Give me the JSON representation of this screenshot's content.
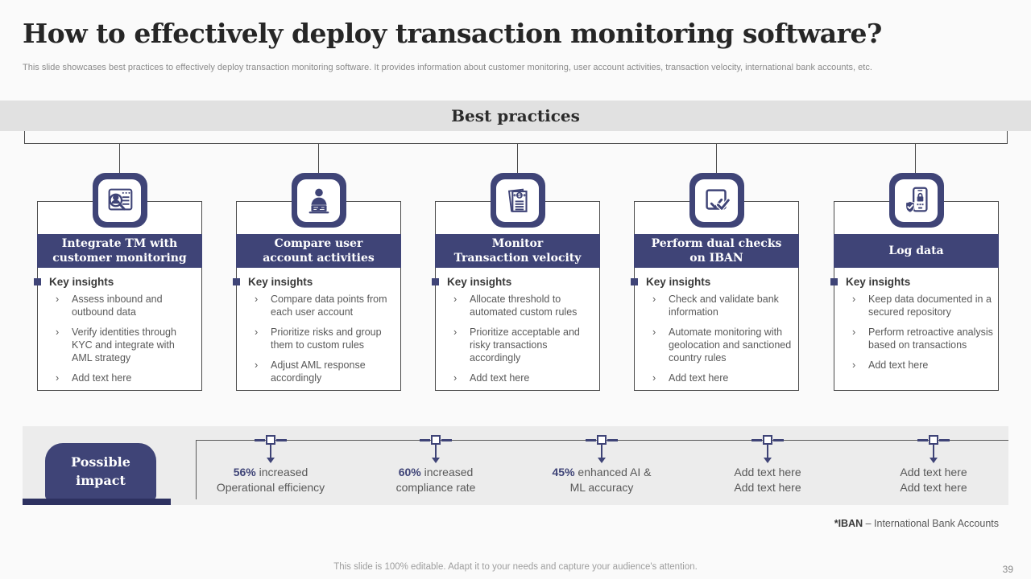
{
  "header": {
    "title": "How to effectively deploy transaction monitoring software?",
    "subtitle": "This slide showcases best practices to effectively deploy transaction monitoring software. It provides information about customer monitoring, user account activities, transaction velocity, international bank accounts, etc."
  },
  "banner": {
    "label": "Best practices"
  },
  "columns": [
    {
      "icon": "customer-profile-search-icon",
      "title_line1": "Integrate TM with",
      "title_line2": "customer monitoring",
      "insights_label": "Key insights",
      "bullets": [
        "Assess inbound and outbound data",
        "Verify identities through KYC and integrate with AML strategy",
        "Add text here"
      ]
    },
    {
      "icon": "user-laptop-icon",
      "title_line1": "Compare user",
      "title_line2": "account activities",
      "insights_label": "Key insights",
      "bullets": [
        "Compare data points from each user account",
        "Prioritize risks and group them to custom rules",
        "Adjust AML response accordingly"
      ]
    },
    {
      "icon": "invoice-dollar-icon",
      "title_line1": "Monitor",
      "title_line2": "Transaction velocity",
      "insights_label": "Key insights",
      "bullets": [
        "Allocate threshold to automated custom rules",
        "Prioritize acceptable and risky transactions accordingly",
        "Add text here"
      ]
    },
    {
      "icon": "dual-check-icon",
      "title_line1": "Perform dual checks",
      "title_line2": "on IBAN",
      "insights_label": "Key insights",
      "bullets": [
        "Check and validate bank information",
        "Automate monitoring with geolocation and sanctioned country rules",
        "Add text here"
      ]
    },
    {
      "icon": "mobile-security-icon",
      "title_line1": "Log data",
      "title_line2": "",
      "insights_label": "Key insights",
      "bullets": [
        "Keep data documented in a secured repository",
        "Perform retroactive analysis based on transactions",
        "Add text here"
      ]
    }
  ],
  "impact": {
    "label_line1": "Possible",
    "label_line2": "impact",
    "milestones": [
      {
        "highlight": "56%",
        "line1_rest": " increased",
        "line2": "Operational efficiency"
      },
      {
        "highlight": "60%",
        "line1_rest": " increased",
        "line2": "compliance rate"
      },
      {
        "highlight": "45%",
        "line1_rest": " enhanced AI &",
        "line2": "ML accuracy"
      },
      {
        "highlight": "",
        "line1_rest": "Add text here",
        "line2": "Add text here"
      },
      {
        "highlight": "",
        "line1_rest": "Add text here",
        "line2": "Add text here"
      }
    ]
  },
  "footnote": {
    "term": "*IBAN",
    "definition": "– International Bank Accounts"
  },
  "footer": {
    "note": "This slide is 100% editable. Adapt it to your needs and capture your audience's attention.",
    "page_number": "39"
  },
  "colors": {
    "navy": "#3f4477",
    "navy_dark": "#2d3160",
    "panel_gray": "#ececec",
    "banner_gray": "#e1e1e1",
    "body_text": "#595959"
  }
}
